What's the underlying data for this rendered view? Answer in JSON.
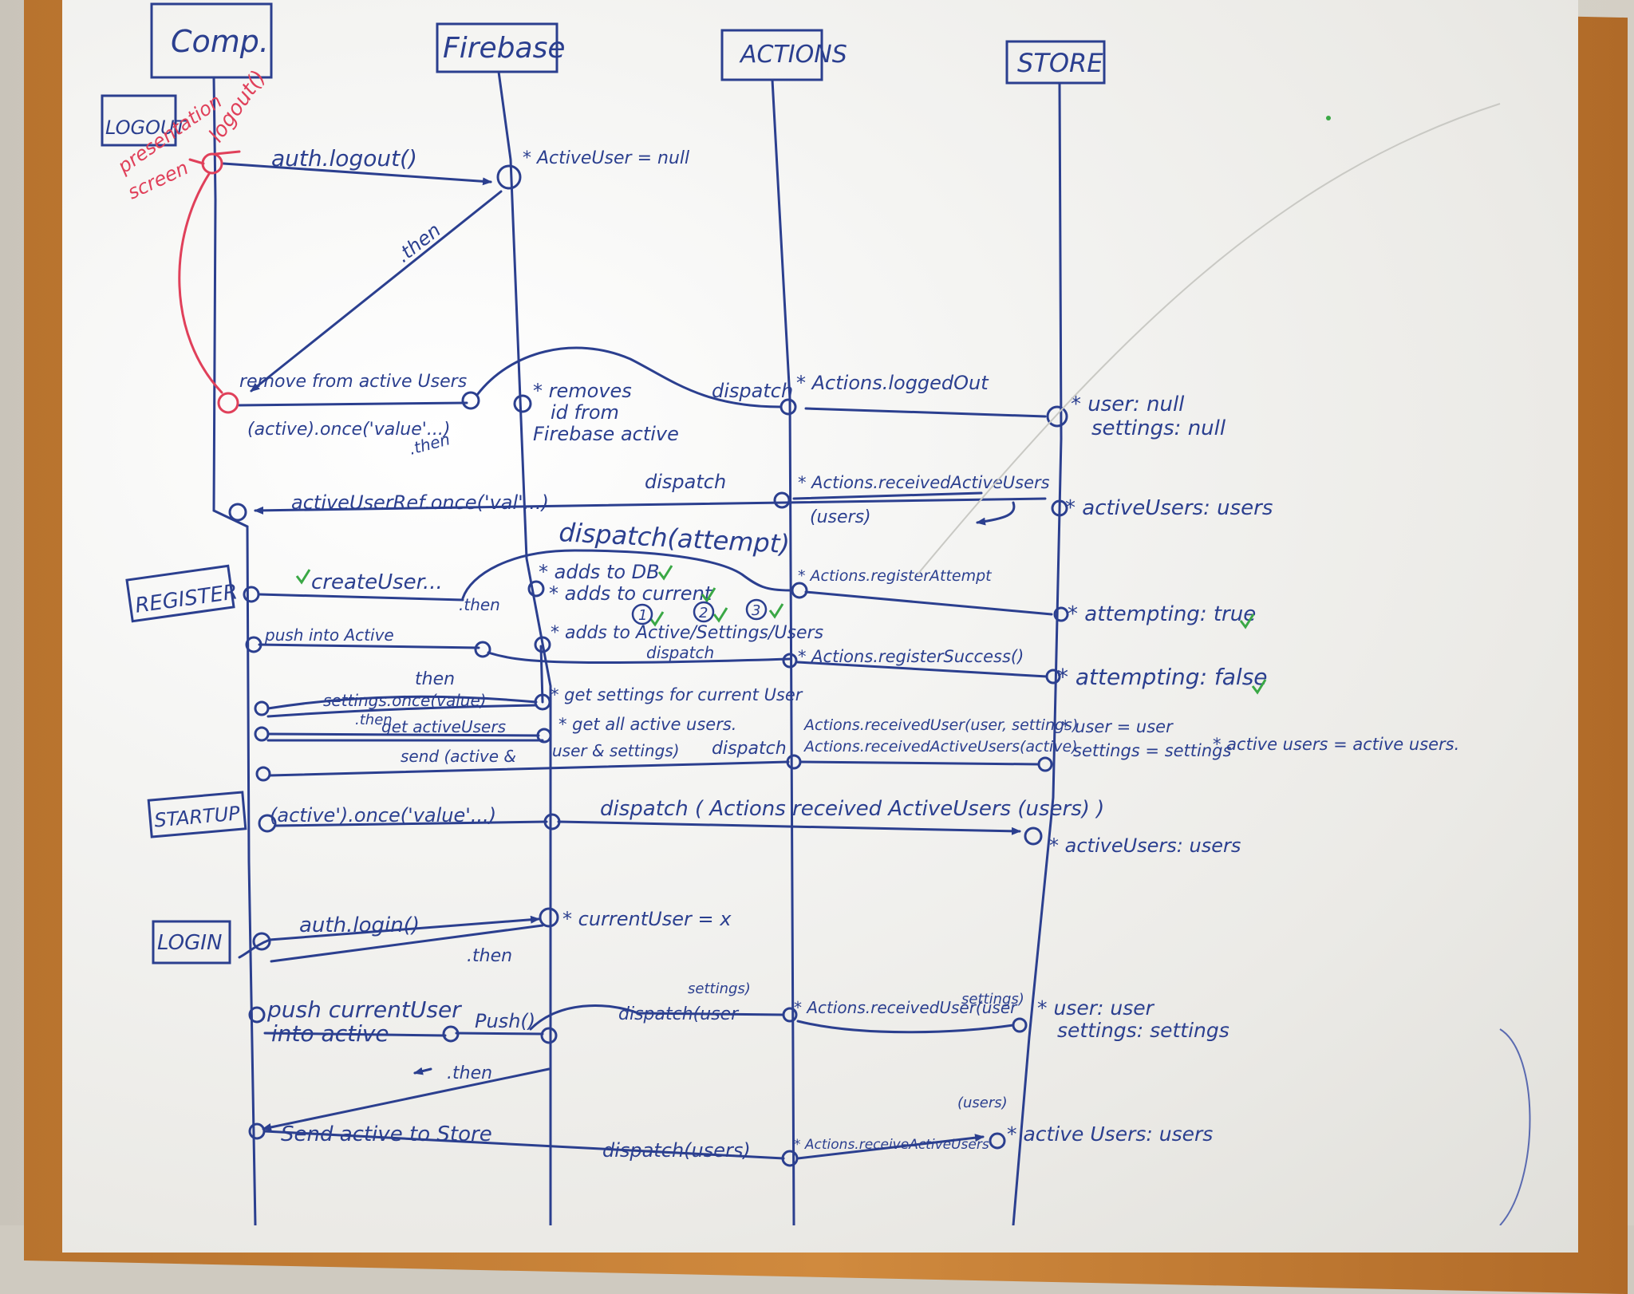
{
  "colors": {
    "marker_blue": "#2b3f8f",
    "marker_red": "#e0405a",
    "marker_green": "#3aa845",
    "frame_wood": "#c27b33"
  },
  "lanes": {
    "comp": "Comp.",
    "firebase": "Firebase",
    "actions": "ACTIONS",
    "store": "STORE"
  },
  "sections": {
    "logout": "LOGOUT",
    "register": "REGISTER",
    "startup": "STARTUP",
    "login": "LOGIN"
  },
  "logout_flow": {
    "red_logout": "logout()",
    "red_presentation": "presentation",
    "red_screen": "screen",
    "auth_logout": "auth.logout()",
    "active_user_null": "* ActiveUser = null",
    "then": ".then",
    "remove_from_active": "remove from active Users",
    "active_once": "(active).once('value'...)",
    "then2": ".then",
    "removes_1": "* removes",
    "removes_2": "id from",
    "removes_3": "Firebase active",
    "dispatch": "dispatch",
    "actions_logged_out": "* Actions.loggedOut",
    "store_user_null": "* user: null",
    "store_settings_null": "settings: null",
    "active_user_ref": "activeUserRef.once('val'...)",
    "dispatch2": "dispatch",
    "actions_received_active": "* Actions.receivedActiveUsers",
    "users_paren": "(users)",
    "store_active_users": "* activeUsers: users"
  },
  "register_flow": {
    "dispatch_attempt": "dispatch(attempt)",
    "create_user": "createUser...",
    "then": ".then",
    "adds_to_db": "* adds to DB",
    "adds_to_current": "* adds to current",
    "actions_register_attempt": "* Actions.registerAttempt",
    "store_attempting_true": "* attempting: true",
    "circle_1": "1",
    "circle_2": "2",
    "circle_3": "3",
    "push_into_active": "push into Active",
    "adds_to_active": "* adds to Active/Settings/Users",
    "dispatch": "dispatch",
    "actions_register_success": "* Actions.registerSuccess()",
    "store_attempting_false": "* attempting: false",
    "then2": "then",
    "settings_once": "settings.once(value)",
    "get_settings": "* get settings for current User",
    "then3": ".then",
    "get_active_users_label": "get activeUsers",
    "get_all_active": "* get all active users.",
    "send_active": "send (active &",
    "user_settings": "user & settings)",
    "dispatch2": "dispatch",
    "actions_received_user": "Actions.receivedUser(user, settings)",
    "actions_received_active": "Actions.receivedActiveUsers(active)",
    "store_user_user": "* user = user",
    "store_settings_settings": "settings = settings",
    "store_active_users_eq": "* active users = active users."
  },
  "startup_flow": {
    "active_once": "(active').once('value'...)",
    "dispatch_received": "dispatch ( Actions received ActiveUsers (users) )",
    "store_active_users": "* activeUsers: users"
  },
  "login_flow": {
    "auth_login": "auth.login()",
    "current_user": "* currentUser = x",
    "then": ".then",
    "push_current_user": "push currentUser",
    "into_active": "into active",
    "push_call": "Push()",
    "dispatch_user_settings": "dispatch(user",
    "settings_sup": "settings)",
    "actions_received_user": "* Actions.receivedUser(user",
    "settings_sup2": "settings)",
    "store_user_user": "* user: user",
    "store_settings": "settings: settings",
    "then2": ".then",
    "send_active_to_store": "Send active to Store",
    "dispatch_users": "dispatch(users)",
    "actions_receive_active": "* Actions.receiveActiveUsers",
    "users_sup": "(users)",
    "store_active_users": "* active Users: users"
  }
}
